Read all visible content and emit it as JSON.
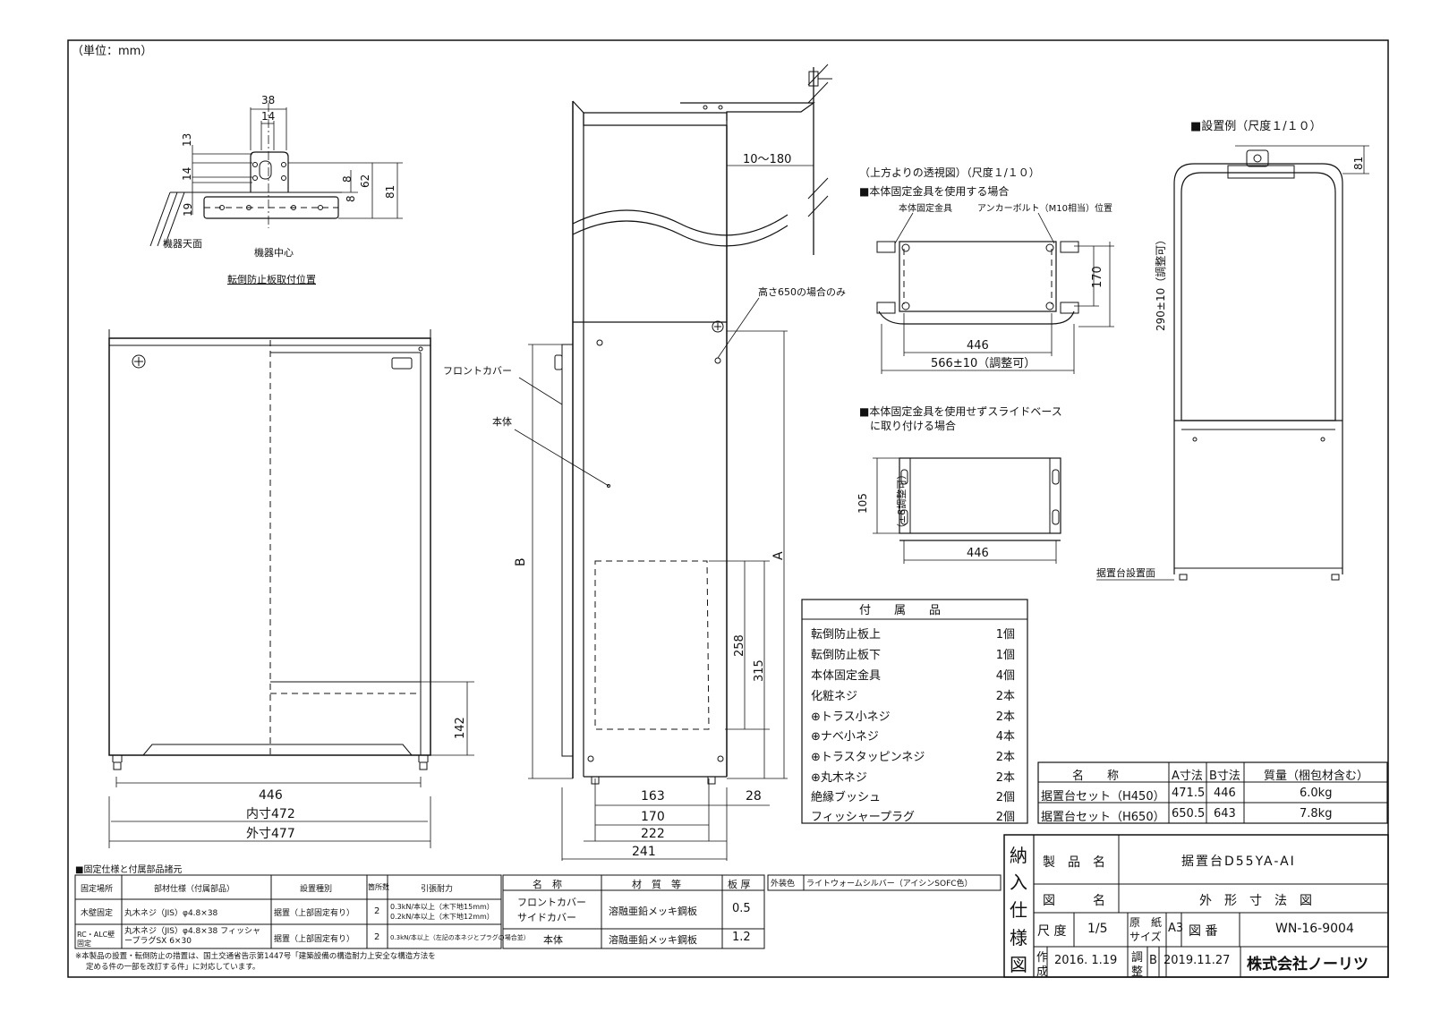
{
  "unit_note": "（単位：mm）",
  "bracket_view": {
    "dims": [
      "38",
      "14",
      "13",
      "14",
      "8",
      "62",
      "8",
      "81",
      "19"
    ],
    "label_top_face": "機器天面",
    "label_center": "機器中心",
    "caption": "転倒防止板取付位置"
  },
  "front_view": {
    "dim_446": "446",
    "dim_inner": "内寸472",
    "dim_outer": "外寸477",
    "dim_142": "142"
  },
  "side_view": {
    "label_front_cover": "フロントカバー",
    "label_body": "本体",
    "label_650_only": "高さ650の場合のみ",
    "dim_wall": "10～180",
    "dim_B": "B",
    "dim_A": "A",
    "dim_258": "258",
    "dim_315": "315",
    "dim_163": "163",
    "dim_28": "28",
    "dim_170": "170",
    "dim_222": "222",
    "dim_241": "241"
  },
  "top_view": {
    "title": "（上方よりの透視図）（尺度１/１０）",
    "case1_title": "■本体固定金具を使用する場合",
    "label_fixing": "本体固定金具",
    "label_anchor": "アンカーボルト（M10相当）位置",
    "dim_170": "170",
    "dim_290": "290±10（調整可）",
    "dim_446a": "446",
    "dim_566": "566±10（調整可）",
    "case2_title_1": "■本体固定金具を使用せずスライドベース",
    "case2_title_2": "に取り付ける場合",
    "dim_105": "105",
    "dim_adj": "（±8調整可）",
    "dim_446b": "446"
  },
  "install_example": {
    "title": "■設置例（尺度１/１０）",
    "dim_81": "81",
    "label_floor": "据置台設置面"
  },
  "accessories": {
    "header": "付　　属　　品",
    "items": [
      {
        "name": "転倒防止板上",
        "qty": "1個"
      },
      {
        "name": "転倒防止板下",
        "qty": "1個"
      },
      {
        "name": "本体固定金具",
        "qty": "4個"
      },
      {
        "name": "化粧ネジ",
        "qty": "2本"
      },
      {
        "name": "⊕トラス小ネジ",
        "qty": "2本"
      },
      {
        "name": "⊕ナベ小ネジ",
        "qty": "4本"
      },
      {
        "name": "⊕トラスタッピンネジ",
        "qty": "2本"
      },
      {
        "name": "⊕丸木ネジ",
        "qty": "2本"
      },
      {
        "name": "絶縁ブッシュ",
        "qty": "2個"
      },
      {
        "name": "フィッシャープラグ",
        "qty": "2個"
      }
    ]
  },
  "model_table": {
    "headers": [
      "名　　称",
      "A寸法",
      "B寸法",
      "質量（梱包材含む）"
    ],
    "rows": [
      [
        "据置台セット（H450）",
        "471.5",
        "446",
        "6.0kg"
      ],
      [
        "据置台セット（H650）",
        "650.5",
        "643",
        "7.8kg"
      ]
    ]
  },
  "fixing_spec": {
    "title": "■固定仕様と付属部品諸元",
    "headers": [
      "固定場所",
      "部材仕様（付属部品）",
      "設置種別",
      "箇所数",
      "引張耐力"
    ],
    "rows": [
      [
        "木壁固定",
        "丸木ネジ（JIS）φ4.8×38",
        "据置（上部固定有り）",
        "2",
        "0.3kN/本以上（木下地15mm）",
        "0.2kN/本以上（木下地12mm）"
      ],
      [
        "RC・ALC壁固定",
        "丸木ネジ（JIS）φ4.8×38 フィッシャープラグSX 6×30",
        "据置（上部固定有り）",
        "2",
        "0.3kN/本以上（左記の本ネジとプラグの場合並）",
        ""
      ]
    ],
    "note_1": "※本製品の設置・転倒防止の措置は、国土交通省告示第1447号「建築設備の構造耐力上安全な構造方法を",
    "note_2": "定める件の一部を改訂する件」に対応しています。"
  },
  "material_table": {
    "headers": [
      "名　称",
      "材　質　等",
      "板 厚"
    ],
    "rows": [
      [
        "フロントカバー",
        "サイドカバー",
        "溶融亜鉛メッキ鋼板",
        "0.5"
      ],
      [
        "本体",
        "",
        "溶融亜鉛メッキ鋼板",
        "1.2"
      ]
    ]
  },
  "finish": {
    "label": "外装色",
    "value": "ライトウォームシルバー（アイシンSOFC色）"
  },
  "title_block": {
    "side_label": [
      "納",
      "入",
      "仕",
      "様",
      "図"
    ],
    "product_label": "製　品　名",
    "product_name": "据置台D55YA-AI",
    "drawing_label": "図　　　名",
    "drawing_name": "外　形　寸　法　図",
    "scale_label": "尺 度",
    "scale": "1/5",
    "paper_label_1": "原　紙",
    "paper_label_2": "サイズ",
    "paper": "A3",
    "number_label": "図 番",
    "number": "WN-16-9004",
    "created_label_1": "作",
    "created_label_2": "成",
    "created_date": "2016. 1.19",
    "revised_label_1": "調",
    "revised_label_2": "整",
    "revision": "B",
    "revised_date": "2019.11.27",
    "company": "株式会社ノーリツ"
  }
}
